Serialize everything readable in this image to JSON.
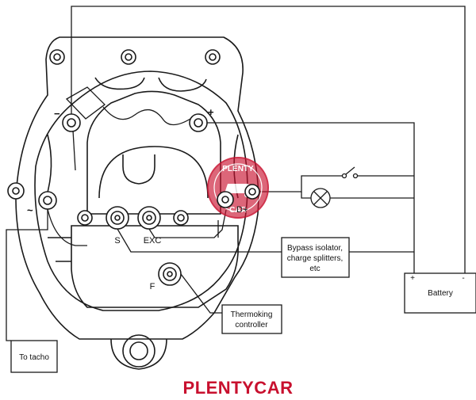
{
  "terminals": {
    "negative": "−",
    "positive": "+",
    "ac": "~",
    "s": "S",
    "exc": "EXC",
    "f": "F",
    "d": "D+"
  },
  "boxes": {
    "bypass_line1": "Bypass isolator,",
    "bypass_line2": "charge splitters,",
    "bypass_line3": "etc",
    "thermoking_line1": "Thermoking",
    "thermoking_line2": "controller",
    "tacho": "To tacho",
    "battery": "Battery",
    "battery_pos": "+",
    "battery_neg": "-"
  },
  "watermark": {
    "top": "PLENTY",
    "bottom": "CAR"
  },
  "brand": "PLENTYCAR",
  "colors": {
    "brand": "#c8102e",
    "line": "#1a1a1a"
  }
}
